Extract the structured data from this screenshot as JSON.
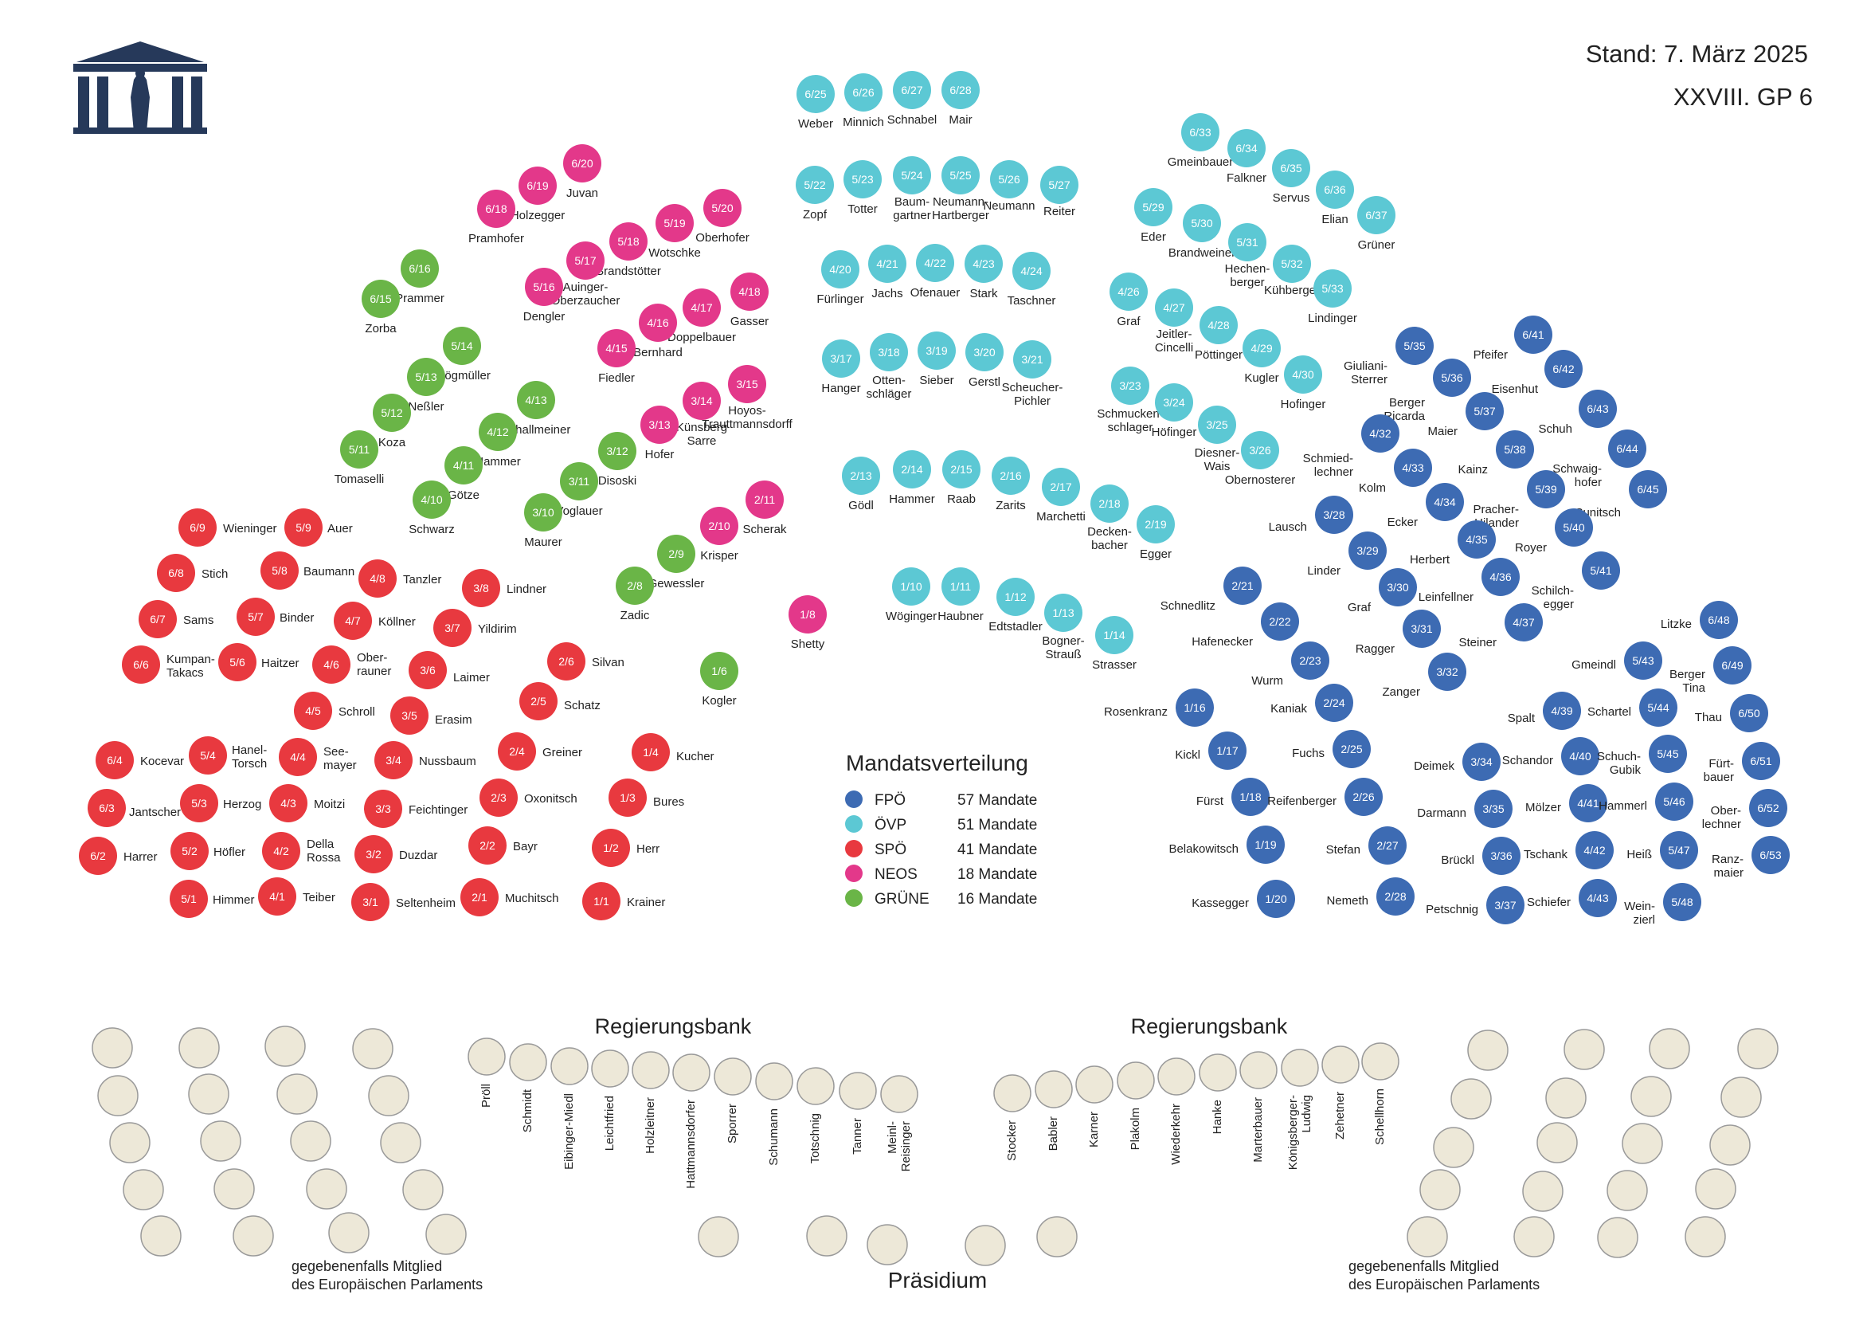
{
  "header": {
    "stand": "Stand:  7. März 2025",
    "period": "XXVIII. GP 6"
  },
  "colors": {
    "FPÖ": "#3d6bb3",
    "ÖVP": "#5cc8d4",
    "SPÖ": "#e8393f",
    "NEOS": "#e3388a",
    "GRÜNE": "#6ab547",
    "empty_fill": "#ede8d8",
    "empty_stroke": "#9a9a9a",
    "logo": "#26395a"
  },
  "legend": {
    "title": "Mandatsverteilung",
    "items": [
      {
        "party": "FPÖ",
        "label": "FPÖ",
        "count": "57 Mandate"
      },
      {
        "party": "ÖVP",
        "label": "ÖVP",
        "count": "51 Mandate"
      },
      {
        "party": "SPÖ",
        "label": "SPÖ",
        "count": "41 Mandate"
      },
      {
        "party": "NEOS",
        "label": "NEOS",
        "count": "18 Mandate"
      },
      {
        "party": "GRÜNE",
        "label": "GRÜNE",
        "count": "16 Mandate"
      }
    ]
  },
  "seats": [
    {
      "id": "6/25",
      "name": "Weber",
      "party": "ÖVP"
    },
    {
      "id": "6/26",
      "name": "Minnich",
      "party": "ÖVP"
    },
    {
      "id": "6/27",
      "name": "Schnabel",
      "party": "ÖVP"
    },
    {
      "id": "6/28",
      "name": "Mair",
      "party": "ÖVP"
    },
    {
      "id": "5/22",
      "name": "Zopf",
      "party": "ÖVP"
    },
    {
      "id": "5/23",
      "name": "Totter",
      "party": "ÖVP"
    },
    {
      "id": "5/24",
      "name": "Baum-\ngartner",
      "party": "ÖVP"
    },
    {
      "id": "5/25",
      "name": "Neumann-\nHartberger",
      "party": "ÖVP"
    },
    {
      "id": "5/26",
      "name": "Neumann",
      "party": "ÖVP"
    },
    {
      "id": "5/27",
      "name": "Reiter",
      "party": "ÖVP"
    },
    {
      "id": "4/20",
      "name": "Fürlinger",
      "party": "ÖVP"
    },
    {
      "id": "4/21",
      "name": "Jachs",
      "party": "ÖVP"
    },
    {
      "id": "4/22",
      "name": "Ofenauer",
      "party": "ÖVP"
    },
    {
      "id": "4/23",
      "name": "Stark",
      "party": "ÖVP"
    },
    {
      "id": "4/24",
      "name": "Taschner",
      "party": "ÖVP"
    },
    {
      "id": "3/17",
      "name": "Hanger",
      "party": "ÖVP"
    },
    {
      "id": "3/18",
      "name": "Otten-\nschläger",
      "party": "ÖVP"
    },
    {
      "id": "3/19",
      "name": "Sieber",
      "party": "ÖVP"
    },
    {
      "id": "3/20",
      "name": "Gerstl",
      "party": "ÖVP"
    },
    {
      "id": "3/21",
      "name": "Scheucher-\nPichler",
      "party": "ÖVP"
    },
    {
      "id": "2/13",
      "name": "Gödl",
      "party": "ÖVP"
    },
    {
      "id": "2/14",
      "name": "Hammer",
      "party": "ÖVP"
    },
    {
      "id": "2/15",
      "name": "Raab",
      "party": "ÖVP"
    },
    {
      "id": "2/16",
      "name": "Zarits",
      "party": "ÖVP"
    },
    {
      "id": "2/17",
      "name": "Marchetti",
      "party": "ÖVP"
    },
    {
      "id": "2/18",
      "name": "Decken-\nbacher",
      "party": "ÖVP"
    },
    {
      "id": "2/19",
      "name": "Egger",
      "party": "ÖVP"
    },
    {
      "id": "1/10",
      "name": "Wöginger",
      "party": "ÖVP"
    },
    {
      "id": "1/11",
      "name": "Haubner",
      "party": "ÖVP"
    },
    {
      "id": "1/12",
      "name": "Edtstadler",
      "party": "ÖVP"
    },
    {
      "id": "1/13",
      "name": "Bogner-\nStrauß",
      "party": "ÖVP"
    },
    {
      "id": "1/14",
      "name": "Strasser",
      "party": "ÖVP"
    },
    {
      "id": "6/33",
      "name": "Gmeinbauer",
      "party": "ÖVP"
    },
    {
      "id": "6/34",
      "name": "Falkner",
      "party": "ÖVP"
    },
    {
      "id": "6/35",
      "name": "Servus",
      "party": "ÖVP"
    },
    {
      "id": "6/36",
      "name": "Elian",
      "party": "ÖVP"
    },
    {
      "id": "6/37",
      "name": "Grüner",
      "party": "ÖVP"
    },
    {
      "id": "5/29",
      "name": "Eder",
      "party": "ÖVP"
    },
    {
      "id": "5/30",
      "name": "Brandweiner",
      "party": "ÖVP"
    },
    {
      "id": "5/31",
      "name": "Hechen-\nberger",
      "party": "ÖVP"
    },
    {
      "id": "5/32",
      "name": "Kühberger",
      "party": "ÖVP"
    },
    {
      "id": "5/33",
      "name": "Lindinger",
      "party": "ÖVP"
    },
    {
      "id": "4/26",
      "name": "Graf",
      "party": "ÖVP"
    },
    {
      "id": "4/27",
      "name": "Jeitler-\nCincelli",
      "party": "ÖVP"
    },
    {
      "id": "4/28",
      "name": "Pöttinger",
      "party": "ÖVP"
    },
    {
      "id": "4/29",
      "name": "Kugler",
      "party": "ÖVP"
    },
    {
      "id": "4/30",
      "name": "Hofinger",
      "party": "ÖVP"
    },
    {
      "id": "3/23",
      "name": "Schmucken-\nschlager",
      "party": "ÖVP"
    },
    {
      "id": "3/24",
      "name": "Höfinger",
      "party": "ÖVP"
    },
    {
      "id": "3/25",
      "name": "Diesner-\nWais",
      "party": "ÖVP"
    },
    {
      "id": "3/26",
      "name": "Obernosterer",
      "party": "ÖVP"
    },
    {
      "id": "6/20",
      "name": "Juvan",
      "party": "NEOS"
    },
    {
      "id": "6/19",
      "name": "Holzegger",
      "party": "NEOS"
    },
    {
      "id": "6/18",
      "name": "Pramhofer",
      "party": "NEOS"
    },
    {
      "id": "5/20",
      "name": "Oberhofer",
      "party": "NEOS"
    },
    {
      "id": "5/19",
      "name": "Wotschke",
      "party": "NEOS"
    },
    {
      "id": "5/18",
      "name": "Brandstötter",
      "party": "NEOS"
    },
    {
      "id": "5/17",
      "name": "Auinger-\nOberzaucher",
      "party": "NEOS"
    },
    {
      "id": "5/16",
      "name": "Dengler",
      "party": "NEOS"
    },
    {
      "id": "4/18",
      "name": "Gasser",
      "party": "NEOS"
    },
    {
      "id": "4/17",
      "name": "Doppelbauer",
      "party": "NEOS"
    },
    {
      "id": "4/16",
      "name": "Bernhard",
      "party": "NEOS"
    },
    {
      "id": "4/15",
      "name": "Fiedler",
      "party": "NEOS"
    },
    {
      "id": "3/15",
      "name": "Hoyos-\nTrauttmannsdorff",
      "party": "NEOS"
    },
    {
      "id": "3/14",
      "name": "Künsberg\nSarre",
      "party": "NEOS"
    },
    {
      "id": "3/13",
      "name": "Hofer",
      "party": "NEOS"
    },
    {
      "id": "2/11",
      "name": "Scherak",
      "party": "NEOS"
    },
    {
      "id": "2/10",
      "name": "Krisper",
      "party": "NEOS"
    },
    {
      "id": "1/8",
      "name": "Shetty",
      "party": "NEOS"
    },
    {
      "id": "6/16",
      "name": "Prammer",
      "party": "GRÜNE"
    },
    {
      "id": "6/15",
      "name": "Zorba",
      "party": "GRÜNE"
    },
    {
      "id": "5/14",
      "name": "Stögmüller",
      "party": "GRÜNE"
    },
    {
      "id": "5/13",
      "name": "Neßler",
      "party": "GRÜNE"
    },
    {
      "id": "5/12",
      "name": "Koza",
      "party": "GRÜNE"
    },
    {
      "id": "5/11",
      "name": "Tomaselli",
      "party": "GRÜNE"
    },
    {
      "id": "4/13",
      "name": "Schallmeiner",
      "party": "GRÜNE"
    },
    {
      "id": "4/12",
      "name": "Hammer",
      "party": "GRÜNE"
    },
    {
      "id": "4/11",
      "name": "Götze",
      "party": "GRÜNE"
    },
    {
      "id": "4/10",
      "name": "Schwarz",
      "party": "GRÜNE"
    },
    {
      "id": "3/12",
      "name": "Disoski",
      "party": "GRÜNE"
    },
    {
      "id": "3/11",
      "name": "Voglauer",
      "party": "GRÜNE"
    },
    {
      "id": "3/10",
      "name": "Maurer",
      "party": "GRÜNE"
    },
    {
      "id": "2/9",
      "name": "Gewessler",
      "party": "GRÜNE"
    },
    {
      "id": "2/8",
      "name": "Zadic",
      "party": "GRÜNE"
    },
    {
      "id": "1/6",
      "name": "Kogler",
      "party": "GRÜNE"
    },
    {
      "id": "6/9",
      "name": "Wieninger",
      "party": "SPÖ"
    },
    {
      "id": "5/9",
      "name": "Auer",
      "party": "SPÖ"
    },
    {
      "id": "6/8",
      "name": "Stich",
      "party": "SPÖ"
    },
    {
      "id": "5/8",
      "name": "Baumann",
      "party": "SPÖ"
    },
    {
      "id": "4/8",
      "name": "Tanzler",
      "party": "SPÖ"
    },
    {
      "id": "3/8",
      "name": "Lindner",
      "party": "SPÖ"
    },
    {
      "id": "6/7",
      "name": "Sams",
      "party": "SPÖ"
    },
    {
      "id": "5/7",
      "name": "Binder",
      "party": "SPÖ"
    },
    {
      "id": "4/7",
      "name": "Köllner",
      "party": "SPÖ"
    },
    {
      "id": "3/7",
      "name": "Yildirim",
      "party": "SPÖ"
    },
    {
      "id": "6/6",
      "name": "Kumpan-\nTakacs",
      "party": "SPÖ"
    },
    {
      "id": "5/6",
      "name": "Haitzer",
      "party": "SPÖ"
    },
    {
      "id": "4/6",
      "name": "Ober-\nrauner",
      "party": "SPÖ"
    },
    {
      "id": "3/6",
      "name": "Laimer",
      "party": "SPÖ"
    },
    {
      "id": "2/6",
      "name": "Silvan",
      "party": "SPÖ"
    },
    {
      "id": "4/5",
      "name": "Schroll",
      "party": "SPÖ"
    },
    {
      "id": "3/5",
      "name": "Erasim",
      "party": "SPÖ"
    },
    {
      "id": "2/5",
      "name": "Schatz",
      "party": "SPÖ"
    },
    {
      "id": "6/4",
      "name": "Kocevar",
      "party": "SPÖ"
    },
    {
      "id": "5/4",
      "name": "Hanel-\nTorsch",
      "party": "SPÖ"
    },
    {
      "id": "4/4",
      "name": "See-\nmayer",
      "party": "SPÖ"
    },
    {
      "id": "3/4",
      "name": "Nussbaum",
      "party": "SPÖ"
    },
    {
      "id": "2/4",
      "name": "Greiner",
      "party": "SPÖ"
    },
    {
      "id": "1/4",
      "name": "Kucher",
      "party": "SPÖ"
    },
    {
      "id": "6/3",
      "name": "Jantscher",
      "party": "SPÖ"
    },
    {
      "id": "5/3",
      "name": "Herzog",
      "party": "SPÖ"
    },
    {
      "id": "4/3",
      "name": "Moitzi",
      "party": "SPÖ"
    },
    {
      "id": "3/3",
      "name": "Feichtinger",
      "party": "SPÖ"
    },
    {
      "id": "2/3",
      "name": "Oxonitsch",
      "party": "SPÖ"
    },
    {
      "id": "1/3",
      "name": "Bures",
      "party": "SPÖ"
    },
    {
      "id": "6/2",
      "name": "Harrer",
      "party": "SPÖ"
    },
    {
      "id": "5/2",
      "name": "Höfler",
      "party": "SPÖ"
    },
    {
      "id": "4/2",
      "name": "Della\nRossa",
      "party": "SPÖ"
    },
    {
      "id": "3/2",
      "name": "Duzdar",
      "party": "SPÖ"
    },
    {
      "id": "2/2",
      "name": "Bayr",
      "party": "SPÖ"
    },
    {
      "id": "1/2",
      "name": "Herr",
      "party": "SPÖ"
    },
    {
      "id": "5/1",
      "name": "Himmer",
      "party": "SPÖ"
    },
    {
      "id": "4/1",
      "name": "Teiber",
      "party": "SPÖ"
    },
    {
      "id": "3/1",
      "name": "Seltenheim",
      "party": "SPÖ"
    },
    {
      "id": "2/1",
      "name": "Muchitsch",
      "party": "SPÖ"
    },
    {
      "id": "1/1",
      "name": "Krainer",
      "party": "SPÖ"
    },
    {
      "id": "5/35",
      "name": "Giuliani-\nSterrer",
      "party": "FPÖ"
    },
    {
      "id": "6/41",
      "name": "Pfeifer",
      "party": "FPÖ"
    },
    {
      "id": "5/36",
      "name": "Berger\nRicarda",
      "party": "FPÖ"
    },
    {
      "id": "6/42",
      "name": "Eisenhut",
      "party": "FPÖ"
    },
    {
      "id": "5/37",
      "name": "Maier",
      "party": "FPÖ"
    },
    {
      "id": "6/43",
      "name": "Schuh",
      "party": "FPÖ"
    },
    {
      "id": "4/32",
      "name": "Schmied-\nlechner",
      "party": "FPÖ"
    },
    {
      "id": "5/38",
      "name": "Kainz",
      "party": "FPÖ"
    },
    {
      "id": "6/44",
      "name": "Schwaig-\nhofer",
      "party": "FPÖ"
    },
    {
      "id": "4/33",
      "name": "Kolm",
      "party": "FPÖ"
    },
    {
      "id": "5/39",
      "name": "Pracher-\nHilander",
      "party": "FPÖ"
    },
    {
      "id": "6/45",
      "name": "Sunitsch",
      "party": "FPÖ"
    },
    {
      "id": "4/34",
      "name": "Ecker",
      "party": "FPÖ"
    },
    {
      "id": "3/28",
      "name": "Lausch",
      "party": "FPÖ"
    },
    {
      "id": "5/40",
      "name": "Royer",
      "party": "FPÖ"
    },
    {
      "id": "4/35",
      "name": "Herbert",
      "party": "FPÖ"
    },
    {
      "id": "3/29",
      "name": "Linder",
      "party": "FPÖ"
    },
    {
      "id": "5/41",
      "name": "Schilch-\negger",
      "party": "FPÖ"
    },
    {
      "id": "4/36",
      "name": "Leinfellner",
      "party": "FPÖ"
    },
    {
      "id": "3/30",
      "name": "Graf",
      "party": "FPÖ"
    },
    {
      "id": "2/21",
      "name": "Schnedlitz",
      "party": "FPÖ"
    },
    {
      "id": "4/37",
      "name": "Steiner",
      "party": "FPÖ"
    },
    {
      "id": "3/31",
      "name": "Ragger",
      "party": "FPÖ"
    },
    {
      "id": "6/48",
      "name": "Litzke",
      "party": "FPÖ"
    },
    {
      "id": "2/22",
      "name": "Hafenecker",
      "party": "FPÖ"
    },
    {
      "id": "3/32",
      "name": "Zanger",
      "party": "FPÖ"
    },
    {
      "id": "2/23",
      "name": "Wurm",
      "party": "FPÖ"
    },
    {
      "id": "5/43",
      "name": "Gmeindl",
      "party": "FPÖ"
    },
    {
      "id": "6/49",
      "name": "Berger\nTina",
      "party": "FPÖ"
    },
    {
      "id": "1/16",
      "name": "Rosenkranz",
      "party": "FPÖ"
    },
    {
      "id": "2/24",
      "name": "Kaniak",
      "party": "FPÖ"
    },
    {
      "id": "4/39",
      "name": "Spalt",
      "party": "FPÖ"
    },
    {
      "id": "5/44",
      "name": "Schartel",
      "party": "FPÖ"
    },
    {
      "id": "6/50",
      "name": "Thau",
      "party": "FPÖ"
    },
    {
      "id": "1/17",
      "name": "Kickl",
      "party": "FPÖ"
    },
    {
      "id": "2/25",
      "name": "Fuchs",
      "party": "FPÖ"
    },
    {
      "id": "3/34",
      "name": "Deimek",
      "party": "FPÖ"
    },
    {
      "id": "4/40",
      "name": "Schandor",
      "party": "FPÖ"
    },
    {
      "id": "5/45",
      "name": "Schuch-\nGubik",
      "party": "FPÖ"
    },
    {
      "id": "6/51",
      "name": "Fürt-\nbauer",
      "party": "FPÖ"
    },
    {
      "id": "1/18",
      "name": "Fürst",
      "party": "FPÖ"
    },
    {
      "id": "2/26",
      "name": "Reifenberger",
      "party": "FPÖ"
    },
    {
      "id": "3/35",
      "name": "Darmann",
      "party": "FPÖ"
    },
    {
      "id": "4/41",
      "name": "Mölzer",
      "party": "FPÖ"
    },
    {
      "id": "5/46",
      "name": "Hammerl",
      "party": "FPÖ"
    },
    {
      "id": "6/52",
      "name": "Ober-\nlechner",
      "party": "FPÖ"
    },
    {
      "id": "1/19",
      "name": "Belakowitsch",
      "party": "FPÖ"
    },
    {
      "id": "2/27",
      "name": "Stefan",
      "party": "FPÖ"
    },
    {
      "id": "3/36",
      "name": "Brückl",
      "party": "FPÖ"
    },
    {
      "id": "4/42",
      "name": "Tschank",
      "party": "FPÖ"
    },
    {
      "id": "5/47",
      "name": "Heiß",
      "party": "FPÖ"
    },
    {
      "id": "6/53",
      "name": "Ranz-\nmaier",
      "party": "FPÖ"
    },
    {
      "id": "1/20",
      "name": "Kassegger",
      "party": "FPÖ"
    },
    {
      "id": "2/28",
      "name": "Nemeth",
      "party": "FPÖ"
    },
    {
      "id": "3/37",
      "name": "Petschnig",
      "party": "FPÖ"
    },
    {
      "id": "4/43",
      "name": "Schiefer",
      "party": "FPÖ"
    },
    {
      "id": "5/48",
      "name": "Wein-\nzierl",
      "party": "FPÖ"
    }
  ],
  "government": {
    "title_left": "Regierungsbank",
    "title_right": "Regierungsbank",
    "left": [
      "Pröll",
      "Schmidt",
      "Eibinger-Miedl",
      "Leichtfried",
      "Holzleitner",
      "Hattmannsdorfer",
      "Sporrer",
      "Schumann",
      "Totschnig",
      "Tanner",
      "Meinl-\nReisinger"
    ],
    "right": [
      "Stocker",
      "Babler",
      "Karner",
      "Plakolm",
      "Wiederkehr",
      "Hanke",
      "Marterbauer",
      "Königsberger-\nLudwig",
      "Zehetner",
      "Schellhorn"
    ]
  },
  "footer": {
    "presidium": "Präsidium",
    "eu_note_left": [
      "gegebenenfalls Mitglied",
      "des Europäischen Parlaments"
    ],
    "eu_note_right": [
      "gegebenenfalls Mitglied",
      "des Europäischen Parlaments"
    ]
  }
}
